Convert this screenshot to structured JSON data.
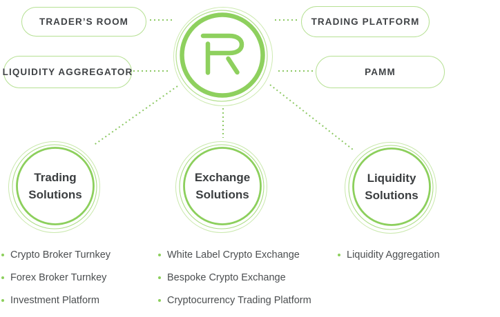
{
  "colors": {
    "brand_green": "#8ed05e",
    "circle_green": "#8ccf5c",
    "pill_border_green": "#b5e092",
    "dotted_line_green": "#8cc863",
    "heading_text": "#3b3e40",
    "list_text": "#4b4e50"
  },
  "pills": [
    {
      "label": "TRADER’S ROOM"
    },
    {
      "label": "LIQUIDITY AGGREGATOR"
    },
    {
      "label": "TRADING PLATFORM"
    },
    {
      "label": "PAMM"
    }
  ],
  "logo": {
    "icon": "r-monogram-icon"
  },
  "solutions": [
    {
      "title_line1": "Trading",
      "title_line2": "Solutions",
      "items": [
        "Crypto Broker Turnkey",
        "Forex Broker Turnkey",
        "Investment Platform"
      ]
    },
    {
      "title_line1": "Exchange",
      "title_line2": "Solutions",
      "items": [
        "White Label Crypto Exchange",
        "Bespoke Crypto Exchange",
        "Cryptocurrency Trading Platform"
      ]
    },
    {
      "title_line1": "Liquidity",
      "title_line2": "Solutions",
      "items": [
        "Liquidity Aggregation"
      ]
    }
  ]
}
